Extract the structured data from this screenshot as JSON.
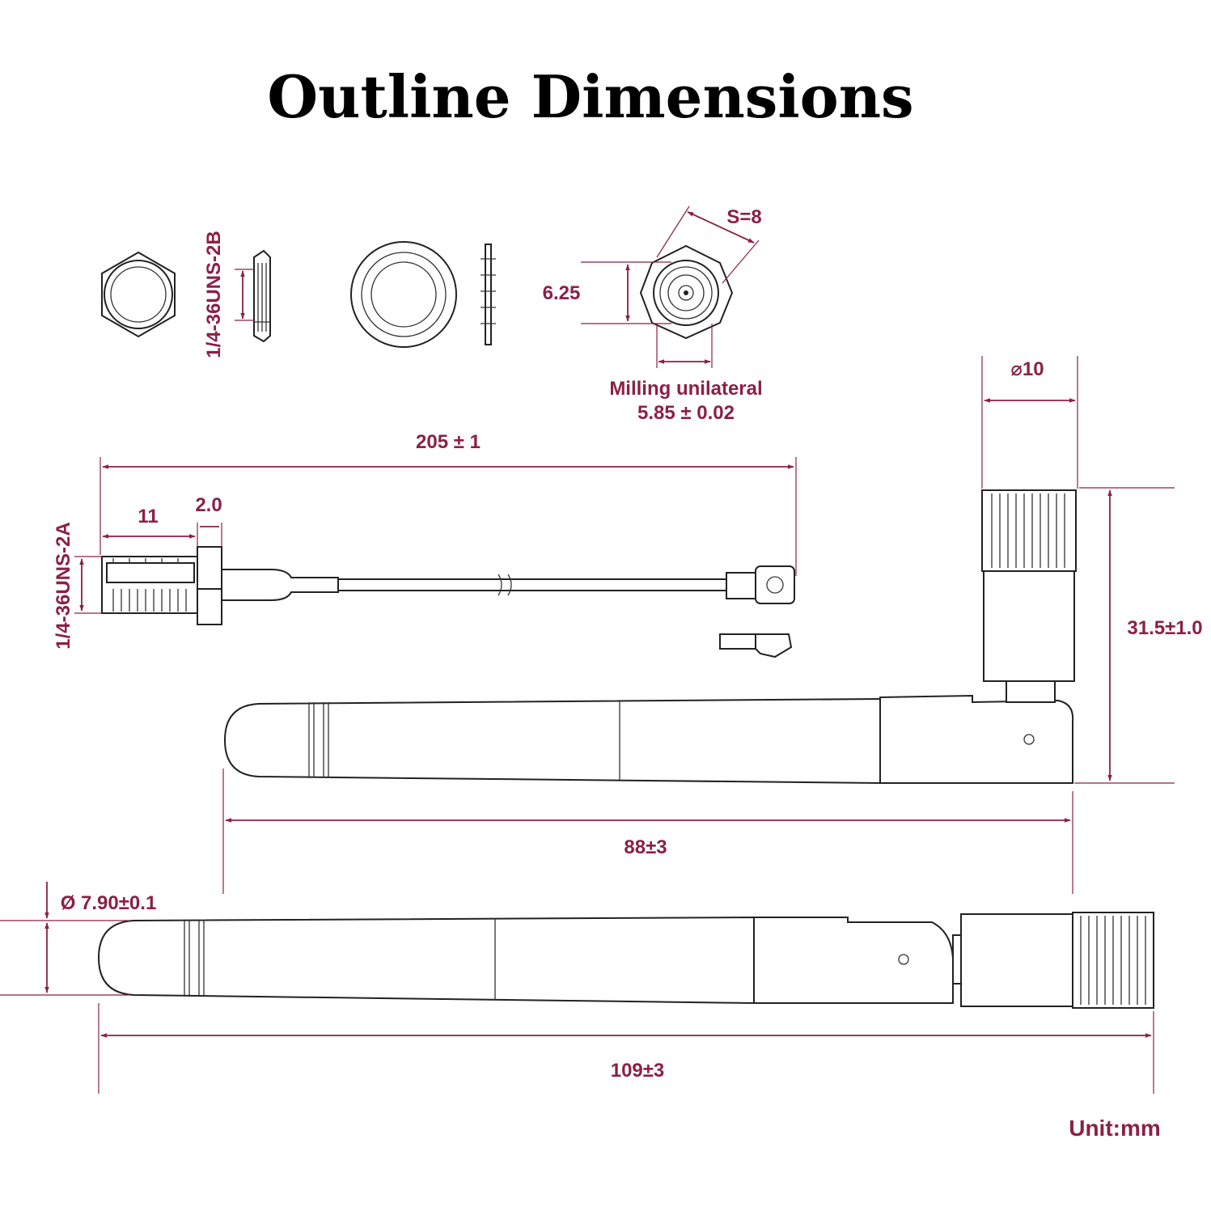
{
  "title": "Outline Dimensions",
  "colors": {
    "dimension": "#8b2144",
    "outline": "#222222"
  },
  "labels": {
    "nut_thread": "1/4-36UNS-2B",
    "s_hex": "S=8",
    "connector_height": "6.25",
    "milling_line1": "Milling unilateral",
    "milling_line2": "5.85 ± 0.02",
    "diameter_10": "⌀10",
    "cable_length": "205 ± 1",
    "thread_length": "11",
    "flange_width": "2.0",
    "jack_thread": "1/4-36UNS-2A",
    "antenna_height": "31.5±1.0",
    "bent_length": "88±3",
    "tube_diameter": "Ø 7.90±0.1",
    "straight_length": "109±3",
    "unit": "Unit:mm"
  }
}
